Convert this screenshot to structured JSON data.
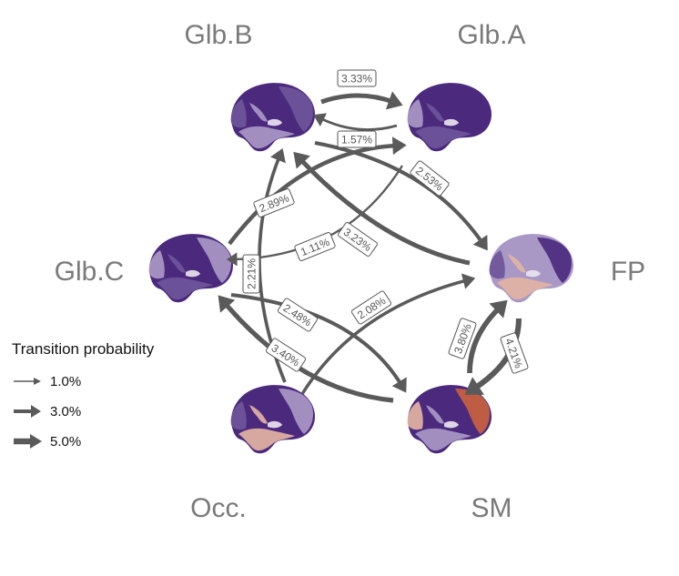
{
  "diagram": {
    "type": "state-transition-graph",
    "arrow_color": "#5a5a5a",
    "nodes": [
      {
        "id": "glb_b",
        "label": "Glb.B"
      },
      {
        "id": "glb_a",
        "label": "Glb.A"
      },
      {
        "id": "fp",
        "label": "FP"
      },
      {
        "id": "sm",
        "label": "SM"
      },
      {
        "id": "occ",
        "label": "Occ."
      },
      {
        "id": "glb_c",
        "label": "Glb.C"
      }
    ],
    "edges": [
      {
        "from": "glb_b",
        "to": "glb_a",
        "label": "3.33%",
        "value": 3.33
      },
      {
        "from": "glb_a",
        "to": "glb_b",
        "label": "1.57%",
        "value": 1.57
      },
      {
        "from": "glb_b",
        "to": "fp",
        "label": "2.53%",
        "value": 2.53
      },
      {
        "from": "glb_c",
        "to": "glb_a",
        "label": "2.89%",
        "value": 2.89
      },
      {
        "from": "glb_a",
        "to": "glb_c",
        "label": "1.11%",
        "value": 1.11
      },
      {
        "from": "fp",
        "to": "glb_b",
        "label": "3.23%",
        "value": 3.23
      },
      {
        "from": "occ",
        "to": "glb_b",
        "label": "2.21%",
        "value": 2.21
      },
      {
        "from": "glb_c",
        "to": "sm",
        "label": "2.48%",
        "value": 2.48
      },
      {
        "from": "sm",
        "to": "glb_c",
        "label": "3.40%",
        "value": 3.4
      },
      {
        "from": "occ",
        "to": "fp",
        "label": "2.08%",
        "value": 2.08
      },
      {
        "from": "sm",
        "to": "fp",
        "label": "3.80%",
        "value": 3.8
      },
      {
        "from": "fp",
        "to": "sm",
        "label": "4.21%",
        "value": 4.21
      }
    ],
    "brain_palette": {
      "dark_purple": "#4b2a7e",
      "mid_purple": "#6e5599",
      "light_purple": "#a998c6",
      "pale": "#e9e3ef",
      "peach": "#e3b3a3",
      "orange": "#c8623f"
    }
  },
  "legend": {
    "title": "Transition probability",
    "items": [
      {
        "label": "1.0%",
        "value": 1.0
      },
      {
        "label": "3.0%",
        "value": 3.0
      },
      {
        "label": "5.0%",
        "value": 5.0
      }
    ]
  }
}
